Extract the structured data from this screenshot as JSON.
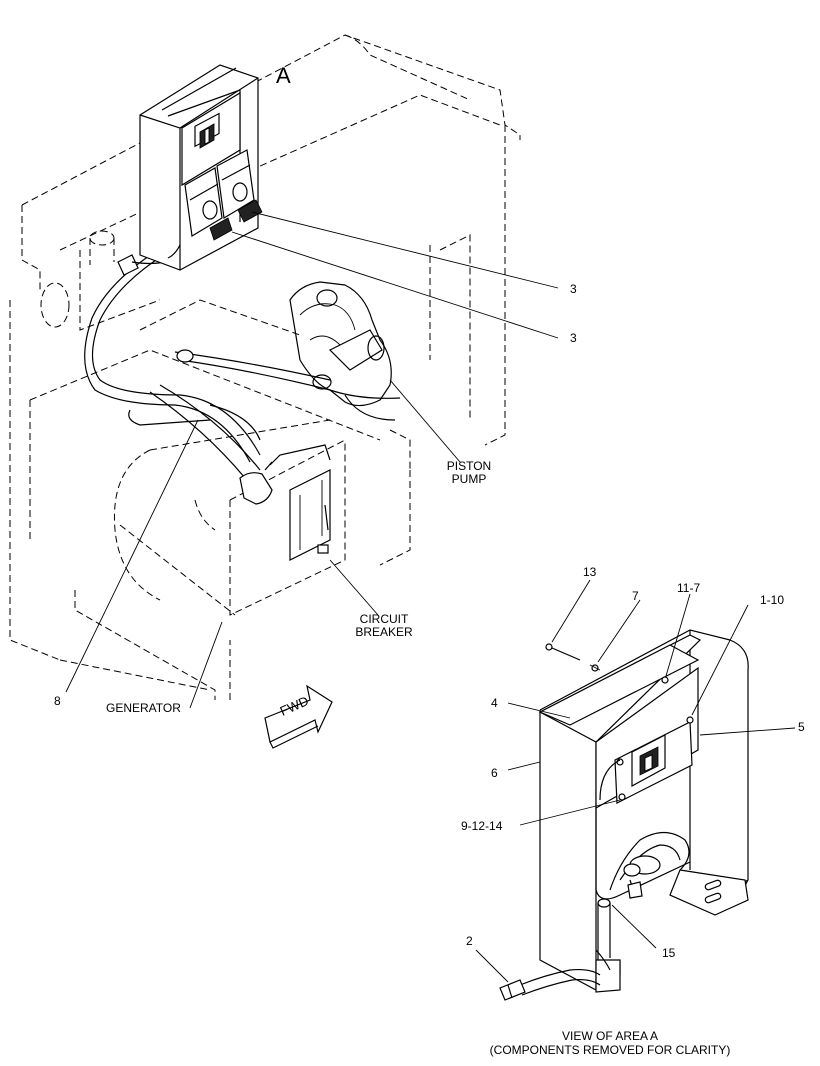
{
  "view_marker": "A",
  "callouts": {
    "c3a": "3",
    "c3b": "3",
    "piston1": "PISTON",
    "piston2": "PUMP",
    "cb1": "CIRCUIT",
    "cb2": "BREAKER",
    "c8": "8",
    "generator": "GENERATOR",
    "fwd": "FWD",
    "c13": "13",
    "c7": "7",
    "c11_7": "11-7",
    "c1_10": "1-10",
    "c4": "4",
    "c5": "5",
    "c6": "6",
    "c9_12_14": "9-12-14",
    "c15": "15",
    "c2": "2"
  },
  "caption": {
    "line1": "VIEW OF AREA A",
    "line2": "(COMPONENTS REMOVED FOR CLARITY)"
  }
}
